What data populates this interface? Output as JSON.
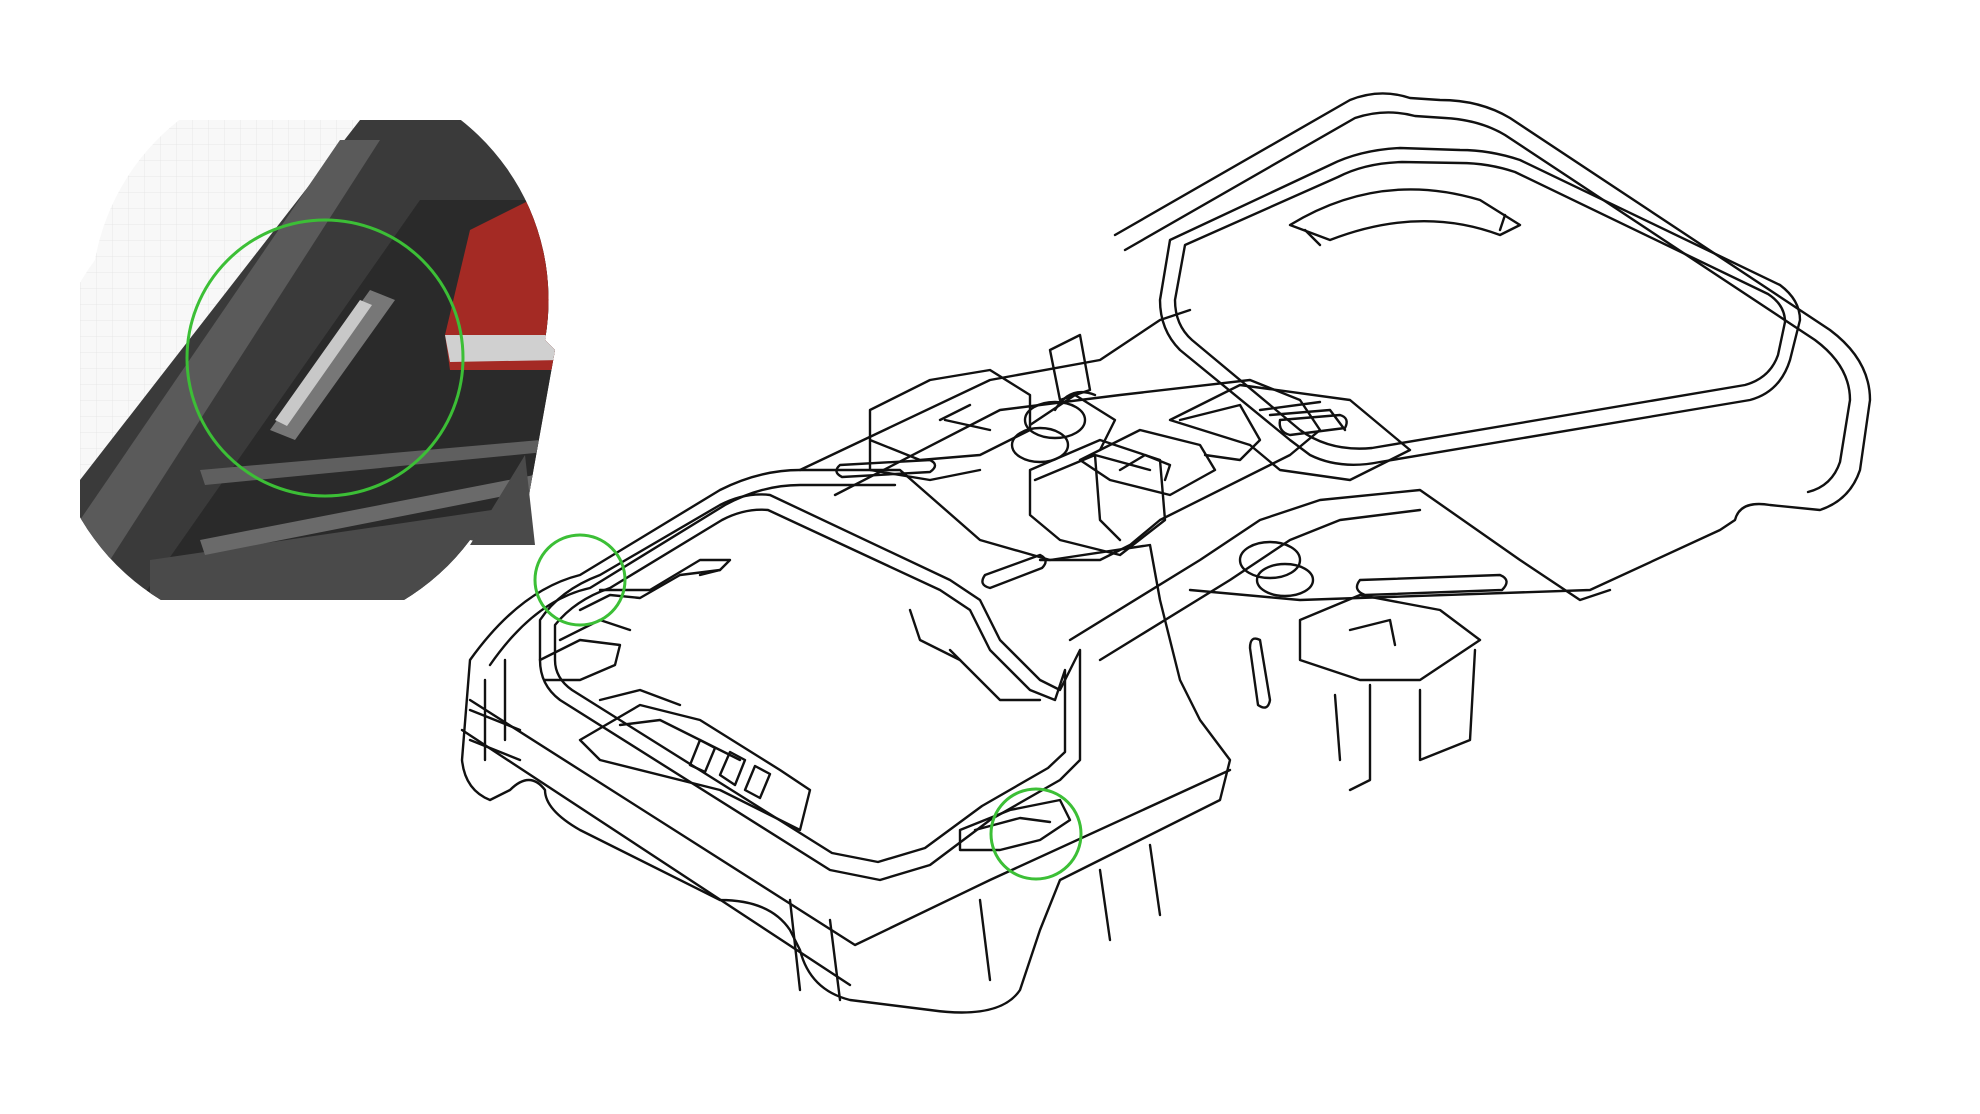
{
  "figure": {
    "kind": "isometric line drawing of a drone frame protective case",
    "callout_count": 3
  },
  "colors": {
    "background": "#ffffff",
    "line": "#111111",
    "callout_ring": "#3cbf36",
    "detail_dark": "#2a2a2a",
    "detail_mid": "#4a4a4a",
    "detail_light_grid": "#e6e6e6",
    "detail_red": "#a42a24"
  },
  "icons": {
    "callout_marker": "circle-callout-icon",
    "magnifier_bubble": "speech-bubble-magnifier"
  }
}
